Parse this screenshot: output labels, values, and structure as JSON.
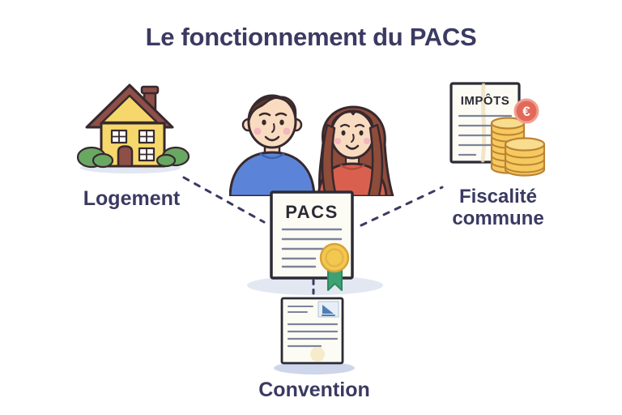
{
  "title": "Le fonctionnement du PACS",
  "nodes": {
    "logement": {
      "label": "Logement"
    },
    "fiscalite_commune": {
      "label_line1": "Fiscalité",
      "label_line2": "commune",
      "document_title": "IMPÔTS",
      "euro_symbol": "€"
    },
    "pacs": {
      "document_title": "PACS"
    },
    "convention": {
      "label": "Convention"
    }
  },
  "colors": {
    "ink": "#3A3A62",
    "doc_ink": "#2B2B36",
    "outline": "#37292E",
    "paper": "#FDFCF4",
    "house_yellow": "#F6D76B",
    "roof_brown": "#8D4F47",
    "bush_green": "#69A863",
    "shirt_blue": "#5B84D8",
    "shirt_red": "#D9604E",
    "hair_brown": "#5A392C",
    "hair_auburn": "#8E4C3B",
    "skin": "#F9DCC0",
    "blush": "#F2B0BC",
    "coin_gold": "#F6C95F",
    "coin_edge": "#BC8434",
    "euro_red": "#E2695A",
    "seal_gold": "#F3C84E",
    "ribbon_green": "#3DA173",
    "doc_line": "#7D849B",
    "shadow": "#E2E7F2",
    "background": "#FFFFFF"
  }
}
